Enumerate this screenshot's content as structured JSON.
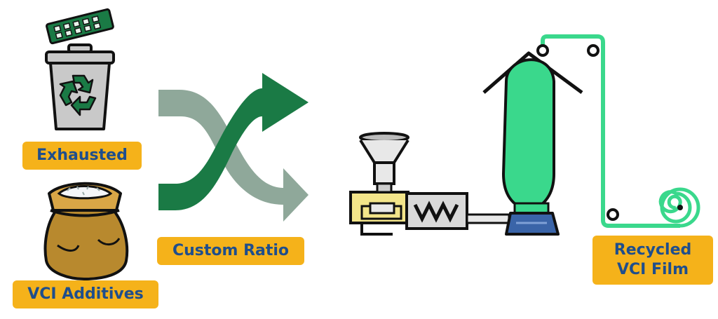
{
  "labels": {
    "exhausted": "Exhausted",
    "vci_additives": "VCI Additives",
    "custom_ratio": "Custom Ratio",
    "recycled_line1": "Recycled",
    "recycled_line2": "VCI Film"
  },
  "colors": {
    "label_bg": "#f5b21a",
    "label_text": "#1f4e8c",
    "arrow_dark_green": "#1a7a45",
    "arrow_gray_green": "#8fa89a",
    "film_green": "#3ad88c",
    "bin_gray": "#c9c9c9",
    "sack_brown": "#b8892e",
    "blower_blue": "#3a64a8",
    "extruder_yellow": "#f3e58a"
  },
  "icons": [
    "circuit-board-icon",
    "recycle-bin-icon",
    "recycle-symbol-icon",
    "sack-icon",
    "shuffle-arrows-icon",
    "extruder-machine-icon",
    "hopper-icon",
    "film-bubble-icon",
    "film-roll-icon"
  ]
}
